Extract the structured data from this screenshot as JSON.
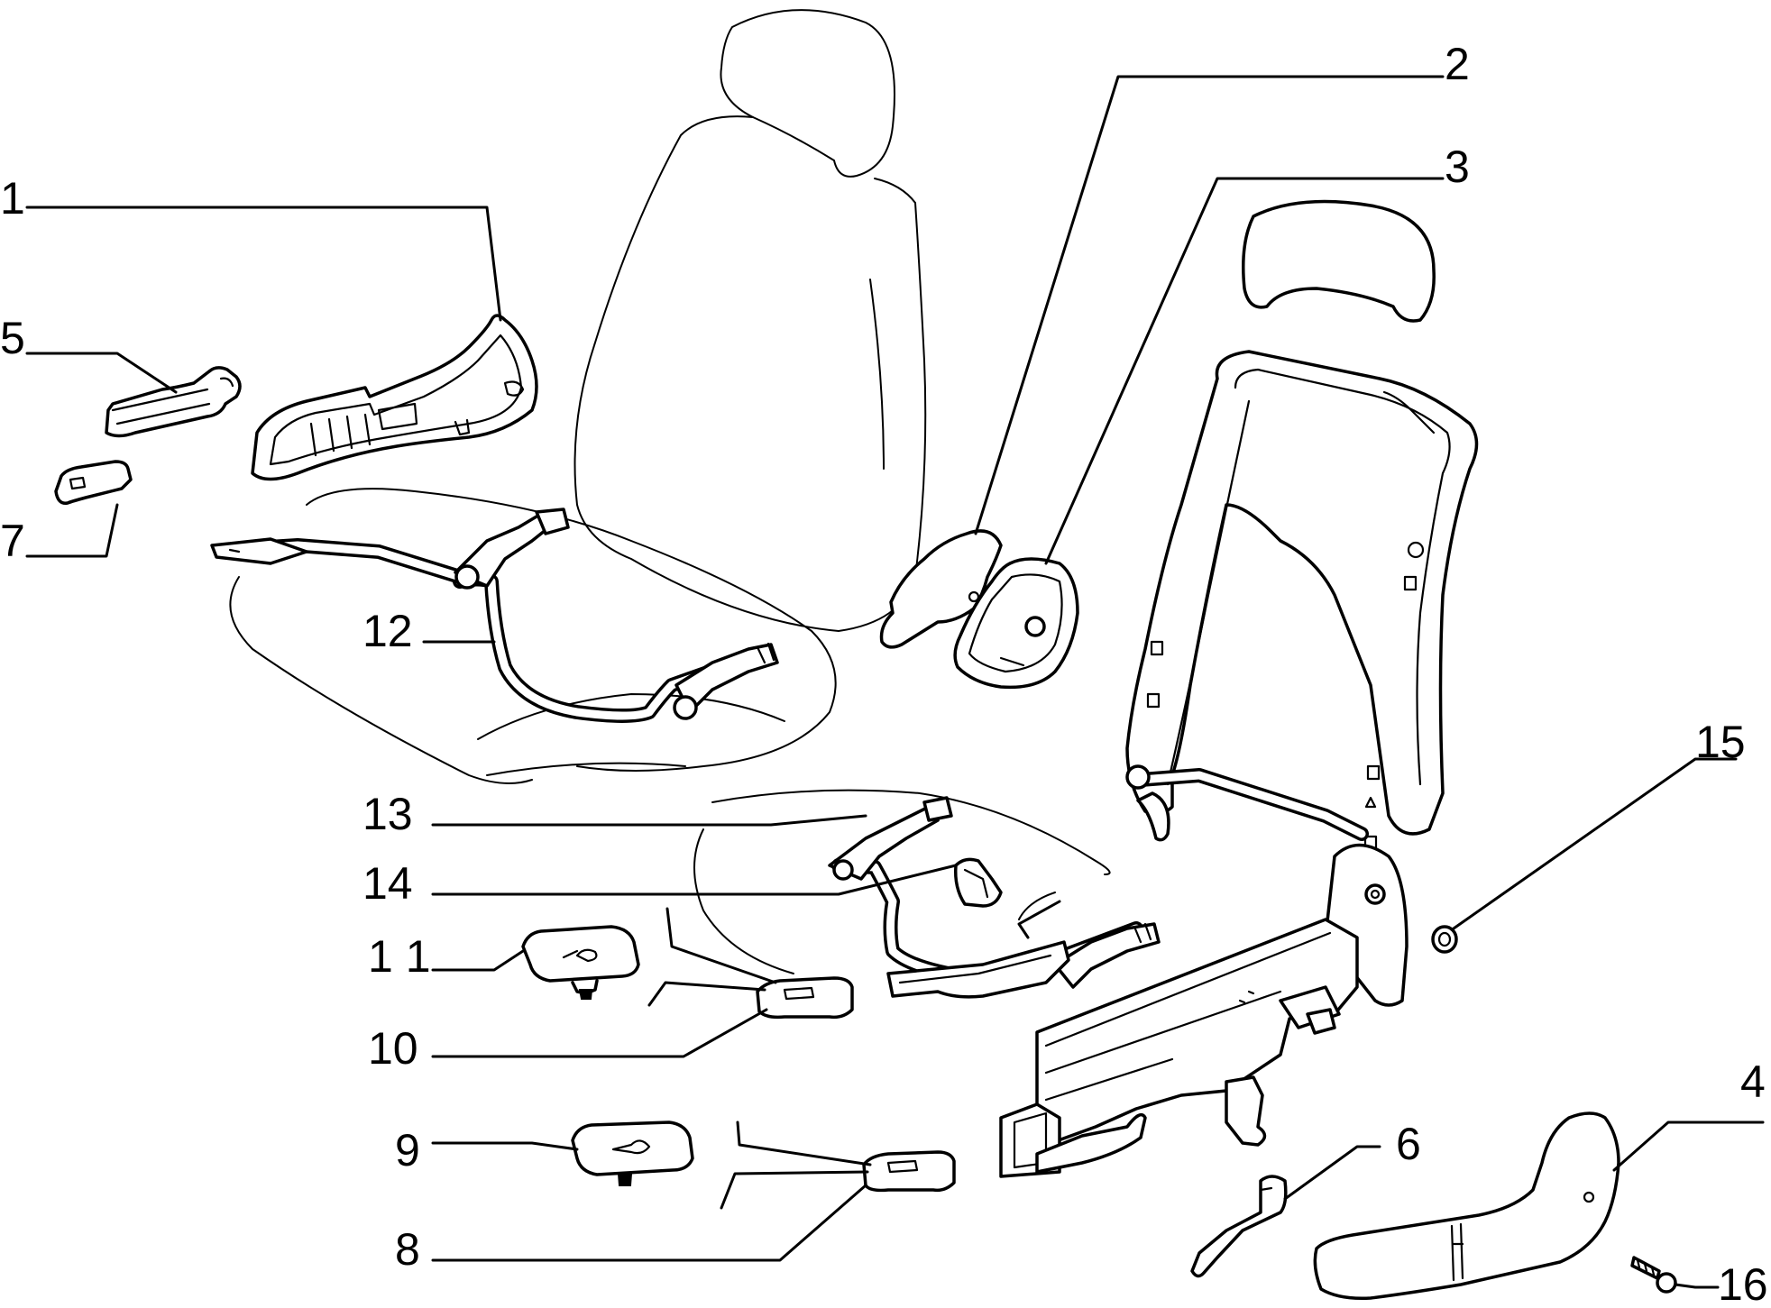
{
  "callouts": [
    {
      "id": "1",
      "label": "1"
    },
    {
      "id": "2",
      "label": "2"
    },
    {
      "id": "3",
      "label": "3"
    },
    {
      "id": "4",
      "label": "4"
    },
    {
      "id": "5",
      "label": "5"
    },
    {
      "id": "6",
      "label": "6"
    },
    {
      "id": "7",
      "label": "7"
    },
    {
      "id": "8",
      "label": "8"
    },
    {
      "id": "9",
      "label": "9"
    },
    {
      "id": "10",
      "label": "10"
    },
    {
      "id": "11",
      "label": "1 1"
    },
    {
      "id": "12",
      "label": "12"
    },
    {
      "id": "13",
      "label": "13"
    },
    {
      "id": "14",
      "label": "14"
    },
    {
      "id": "15",
      "label": "15"
    },
    {
      "id": "16",
      "label": "16"
    }
  ]
}
